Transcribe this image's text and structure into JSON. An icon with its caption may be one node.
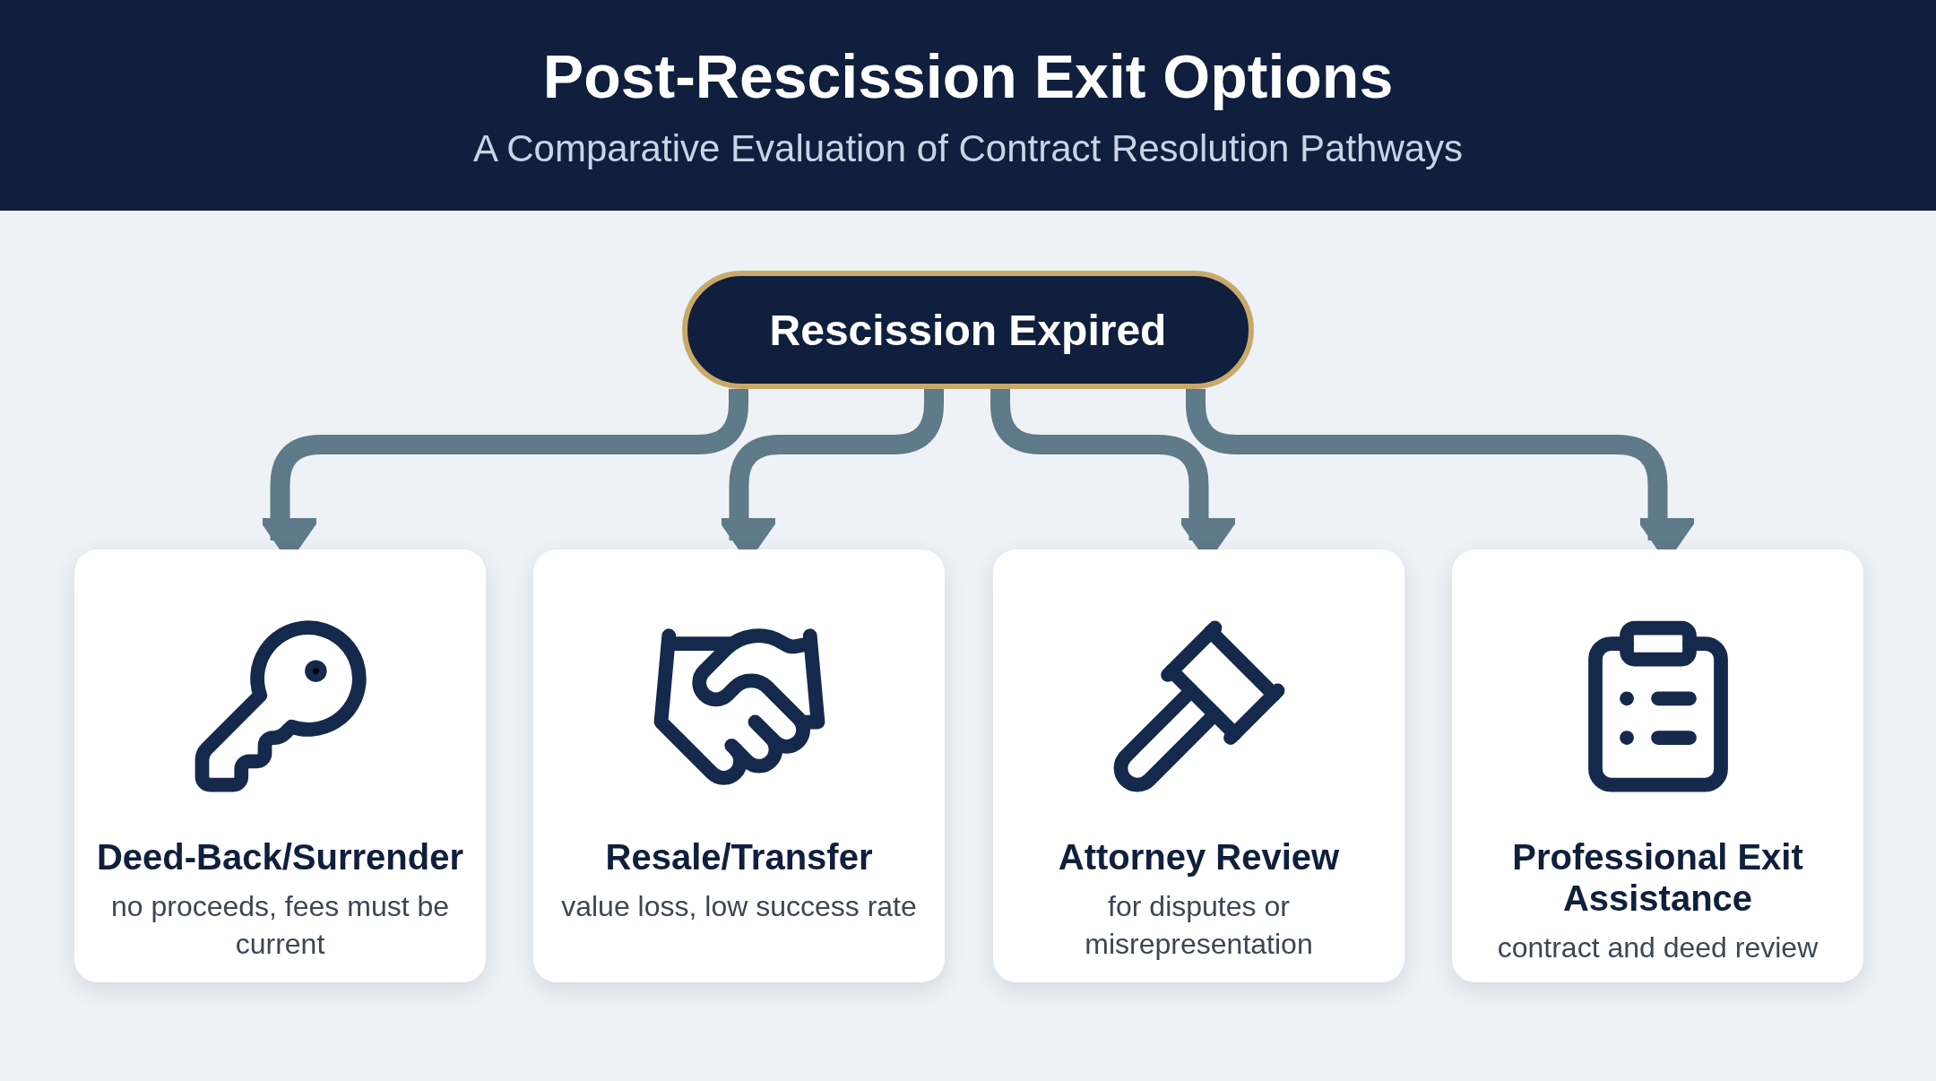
{
  "diagram": {
    "title": "Post-Rescission Exit Options",
    "caption": "A Comparative Evaluation of Contract Resolution Pathways",
    "nodes": [
      {
        "text": [
          "Rescission Expired"
        ]
      },
      {
        "text": [
          "Deed-Back/Surrender",
          "no proceeds, fees must be current"
        ]
      },
      {
        "text": [
          "Resale/Transfer",
          "value loss, low success rate"
        ]
      },
      {
        "text": [
          "Attorney Review",
          "for disputes or misrepresentation"
        ]
      },
      {
        "text": [
          "Professional Exit Assistance",
          "contract and deed review"
        ]
      }
    ],
    "edges": [
      {
        "from": 0,
        "to": 1,
        "arrow": "to"
      },
      {
        "from": 0,
        "to": 2,
        "arrow": "to"
      },
      {
        "from": 0,
        "to": 3,
        "arrow": "to"
      },
      {
        "from": 0,
        "to": 4,
        "arrow": "to"
      }
    ]
  }
}
